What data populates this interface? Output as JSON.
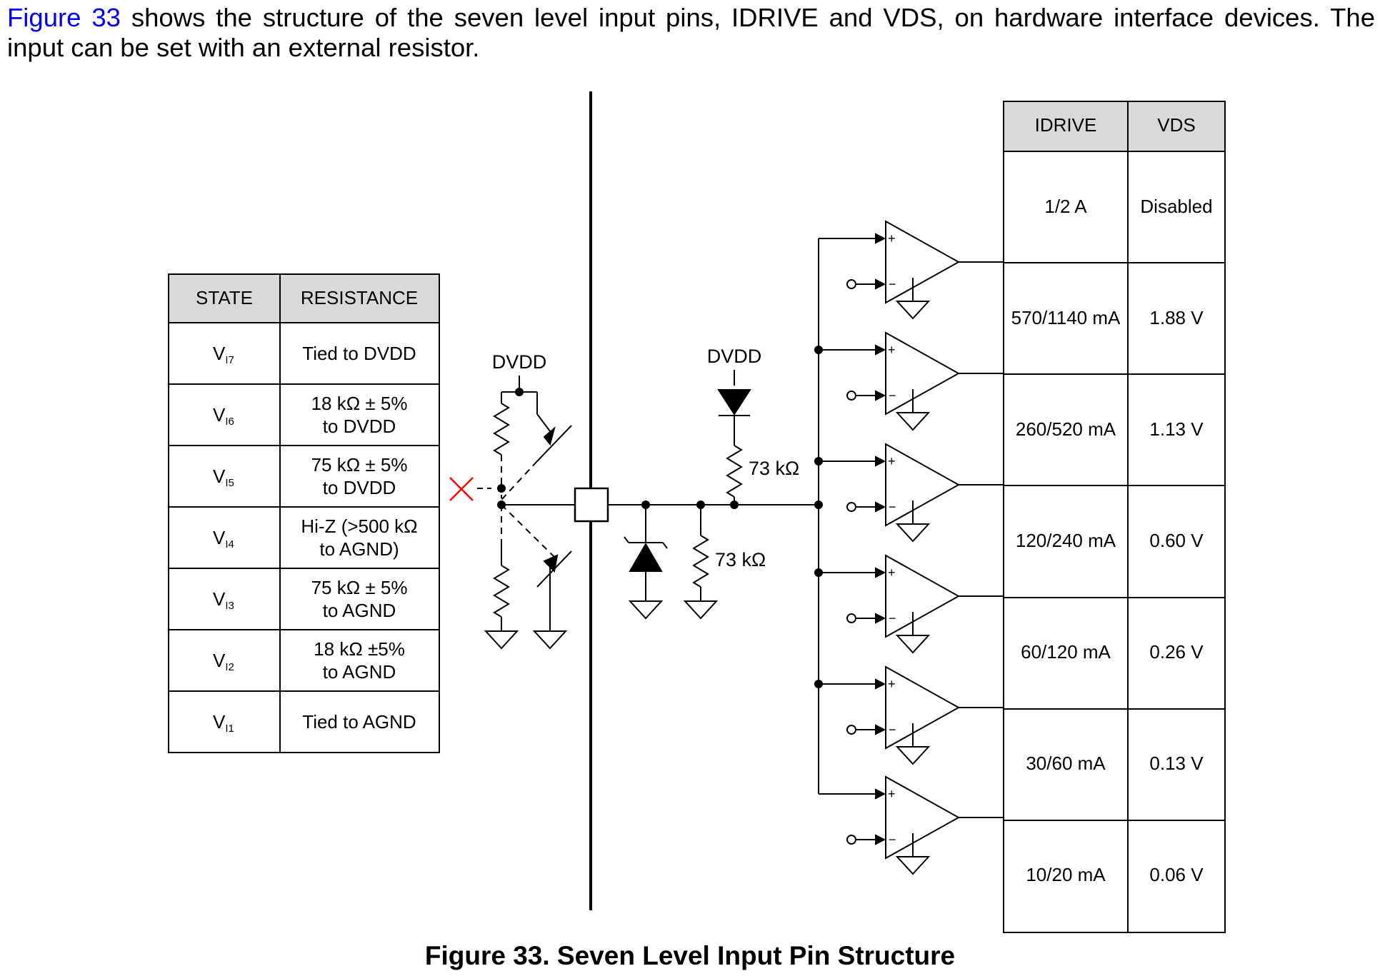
{
  "intro": {
    "figure_ref": "Figure 33",
    "text": " shows the structure of the seven level input pins, IDRIVE and VDS, on hardware interface devices. The input can be set with an external resistor."
  },
  "caption": "Figure 33.  Seven Level Input Pin Structure",
  "state_table": {
    "headers": [
      "STATE",
      "RESISTANCE"
    ],
    "rows": [
      {
        "state": "V",
        "sub": "I7",
        "res1": "Tied to DVDD",
        "res2": ""
      },
      {
        "state": "V",
        "sub": "I6",
        "res1": "18 kΩ ± 5%",
        "res2": "to DVDD"
      },
      {
        "state": "V",
        "sub": "I5",
        "res1": "75 kΩ ± 5%",
        "res2": "to DVDD"
      },
      {
        "state": "V",
        "sub": "I4",
        "res1": "Hi-Z (>500 kΩ",
        "res2": "to AGND)"
      },
      {
        "state": "V",
        "sub": "I3",
        "res1": "75 kΩ ± 5%",
        "res2": "to AGND"
      },
      {
        "state": "V",
        "sub": "I2",
        "res1": "18 kΩ ±5%",
        "res2": "to AGND"
      },
      {
        "state": "V",
        "sub": "I1",
        "res1": "Tied to AGND",
        "res2": ""
      }
    ]
  },
  "drive_table": {
    "headers": [
      "IDRIVE",
      "VDS"
    ],
    "rows": [
      {
        "idrive": "1/2 A",
        "vds": "Disabled"
      },
      {
        "idrive": "570/1140 mA",
        "vds": "1.88 V"
      },
      {
        "idrive": "260/520 mA",
        "vds": "1.13 V"
      },
      {
        "idrive": "120/240 mA",
        "vds": "0.60 V"
      },
      {
        "idrive": "60/120 mA",
        "vds": "0.26 V"
      },
      {
        "idrive": "30/60 mA",
        "vds": "0.13 V"
      },
      {
        "idrive": "10/20 mA",
        "vds": "0.06 V"
      }
    ]
  },
  "labels": {
    "dvdd_left": "DVDD",
    "dvdd_right": "DVDD",
    "r_pullup": "73 kΩ",
    "r_pulldown": "73 kΩ",
    "plus": "+",
    "minus": "−"
  },
  "colors": {
    "header_fill": "#d9d9d9",
    "x_mark": "#ff0000",
    "link": "#0000ee"
  }
}
